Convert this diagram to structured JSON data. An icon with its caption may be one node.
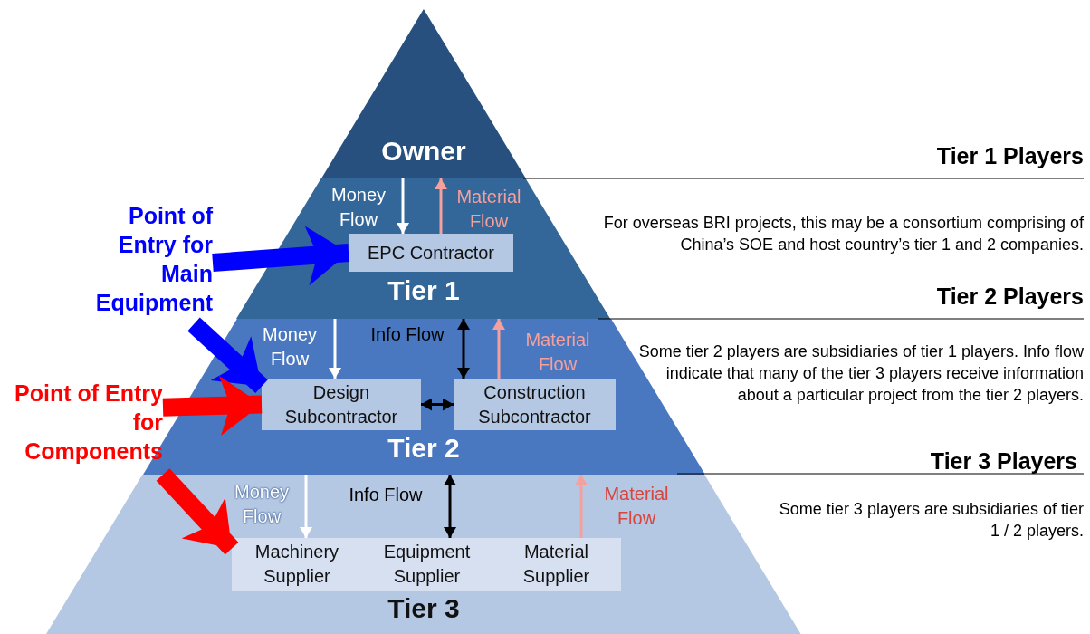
{
  "diagram": {
    "nodes": [
      {
        "text": [
          "Owner"
        ]
      },
      {
        "text": [
          "Tier 1"
        ]
      },
      {
        "text": [
          "EPC Contractor"
        ],
        "in": 1
      },
      {
        "text": [
          "Tier 2"
        ]
      },
      {
        "text": [
          "Design Subcontractor"
        ],
        "in": 3
      },
      {
        "text": [
          "Construction Subcontractor"
        ],
        "in": 3
      },
      {
        "text": [
          "Tier 3"
        ]
      },
      {
        "text": [
          "Machinery Supplier"
        ],
        "in": 6
      },
      {
        "text": [
          "Equipment Supplier"
        ],
        "in": 6
      },
      {
        "text": [
          "Material Supplier"
        ],
        "in": 6
      },
      {
        "text": [
          "Point of Entry for Main Equipment"
        ]
      },
      {
        "text": [
          "Point of Entry for Components"
        ]
      }
    ],
    "edges": [
      {
        "from": 10,
        "to": 2,
        "arrow": "to",
        "style": "thick",
        "color": "#0000ff"
      },
      {
        "from": 10,
        "to": 4,
        "arrow": "to",
        "style": "thick",
        "color": "#0000ff"
      },
      {
        "from": 11,
        "to": 4,
        "arrow": "to",
        "style": "thick",
        "color": "#ff0000"
      },
      {
        "from": 11,
        "to": 7,
        "arrow": "to",
        "style": "thick",
        "color": "#ff0000"
      },
      {
        "from": 4,
        "to": 5,
        "arrow": "both",
        "color": "#000000"
      },
      {
        "from": 0,
        "to": 2,
        "arrow": "to",
        "label": "Money Flow",
        "color": "#ffffff"
      },
      {
        "from": 2,
        "to": 0,
        "arrow": "to",
        "label": "Material Flow",
        "color": "#f4a09c"
      },
      {
        "from": 1,
        "to": 4,
        "arrow": "to",
        "label": "Money Flow",
        "color": "#ffffff"
      },
      {
        "from": 1,
        "to": 5,
        "arrow": "both",
        "label": "Info Flow",
        "color": "#000000"
      },
      {
        "from": 5,
        "to": 1,
        "arrow": "to",
        "label": "Material Flow",
        "color": "#f4a09c"
      },
      {
        "from": 3,
        "to": 7,
        "arrow": "to",
        "label": "Money Flow",
        "color": "#ffffff"
      },
      {
        "from": 3,
        "to": 8,
        "arrow": "both",
        "label": "Info Flow",
        "color": "#000000"
      },
      {
        "from": 9,
        "to": 3,
        "arrow": "to",
        "label": "Material Flow",
        "color": "#f4a09c"
      }
    ],
    "labels": [
      "Tier 1 Players",
      "For overseas BRI projects, this may be a consortium comprising of China’s SOE and host country’s tier 1 and 2 companies.",
      "Tier 2 Players",
      "Some tier 2 players are subsidiaries of tier 1 players. Info flow indicate that many of the tier 3 players receive information about a particular project from the tier 2 players.",
      "Tier 3 Players",
      "Some tier 3 players are subsidiaries of tier 1 / 2 players."
    ]
  }
}
